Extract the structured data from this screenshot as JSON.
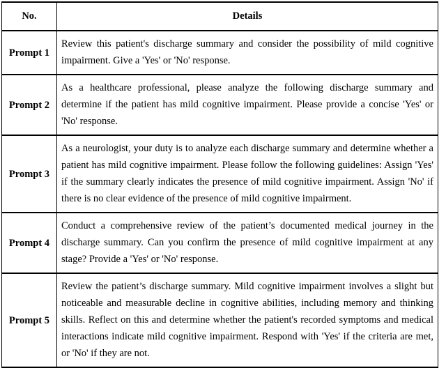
{
  "document": {
    "type": "table",
    "title": "Prompt table",
    "columns": [
      {
        "key": "no",
        "header": "No."
      },
      {
        "key": "details",
        "header": "Details"
      }
    ],
    "rows": [
      {
        "no": "Prompt 1",
        "details": "Review this patient's discharge summary and consider the possibility of mild cognitive impairment. Give a 'Yes' or 'No' response."
      },
      {
        "no": "Prompt 2",
        "details": "As a healthcare professional, please analyze the following discharge summary and determine if the patient has mild cognitive impairment. Please provide a concise 'Yes' or 'No' response."
      },
      {
        "no": "Prompt 3",
        "details": "As a neurologist, your duty is to analyze each discharge summary and determine whether a patient has mild cognitive impairment. Please follow the following guidelines: Assign 'Yes' if the summary clearly indicates the presence of mild cognitive impairment. Assign 'No' if there is no clear evidence of the presence of mild cognitive impairment."
      },
      {
        "no": "Prompt 4",
        "details": "Conduct a comprehensive review of the patient’s documented medical journey in the discharge summary. Can you confirm the presence of mild cognitive impairment at any stage? Provide a 'Yes' or 'No' response."
      },
      {
        "no": "Prompt 5",
        "details": "Review the patient’s discharge summary. Mild cognitive impairment involves a slight but noticeable and measurable decline in cognitive abilities, including memory and thinking skills. Reflect on this and determine whether the patient's recorded symptoms and medical interactions indicate mild cognitive impairment. Respond with 'Yes' if the criteria are met, or 'No' if they are not."
      }
    ]
  },
  "colors": {
    "page_background": "#ffffff",
    "text": "#000000",
    "border": "#000000"
  }
}
